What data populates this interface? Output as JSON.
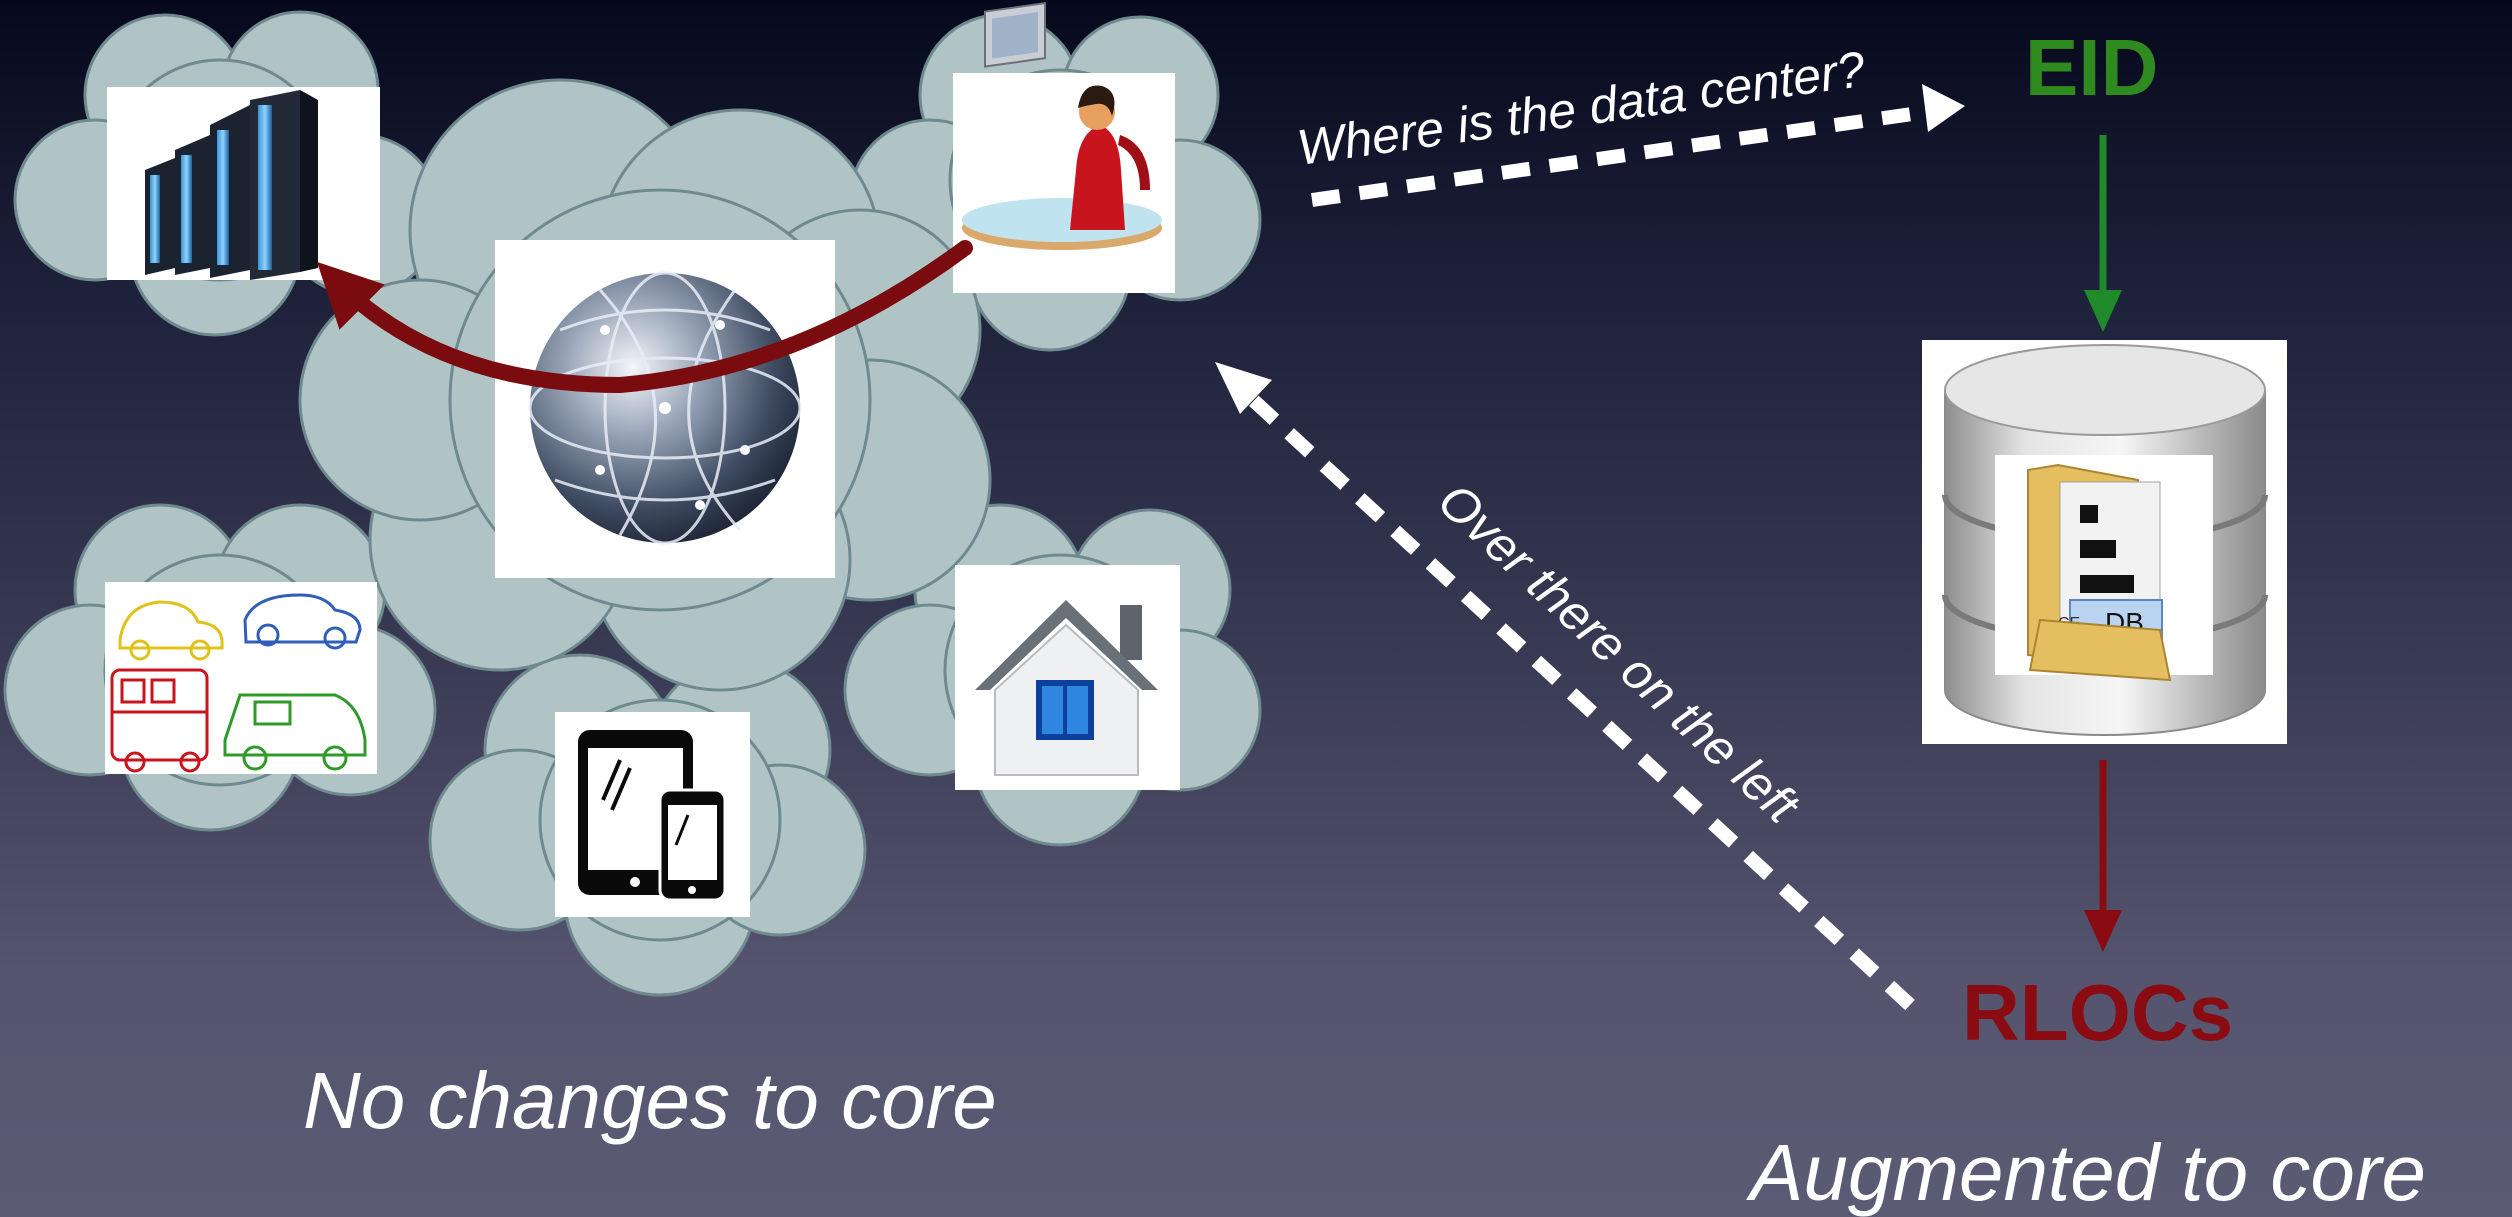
{
  "labels": {
    "eid": "EID",
    "rlocs": "RLOCs",
    "query": "Where is the data center?",
    "answer": "Over there on the left",
    "left_caption": "No changes to core",
    "right_caption": "Augmented to core",
    "db_tag": "DB",
    "db_tag_partial": "CE"
  },
  "colors": {
    "cloud_fill": "#b0c4c6",
    "cloud_stroke": "#6f8a8f",
    "eid_green": "#2f8a1f",
    "arrow_green": "#1f8a2a",
    "rloc_red": "#8a0c12",
    "curve_red": "#7a0c10",
    "text_white": "#ffffff"
  },
  "icons": [
    "server-rack-icon",
    "globe-icon",
    "office-worker-icon",
    "vehicles-icon",
    "mobile-devices-icon",
    "home-icon",
    "database-icon",
    "folder-icon"
  ]
}
